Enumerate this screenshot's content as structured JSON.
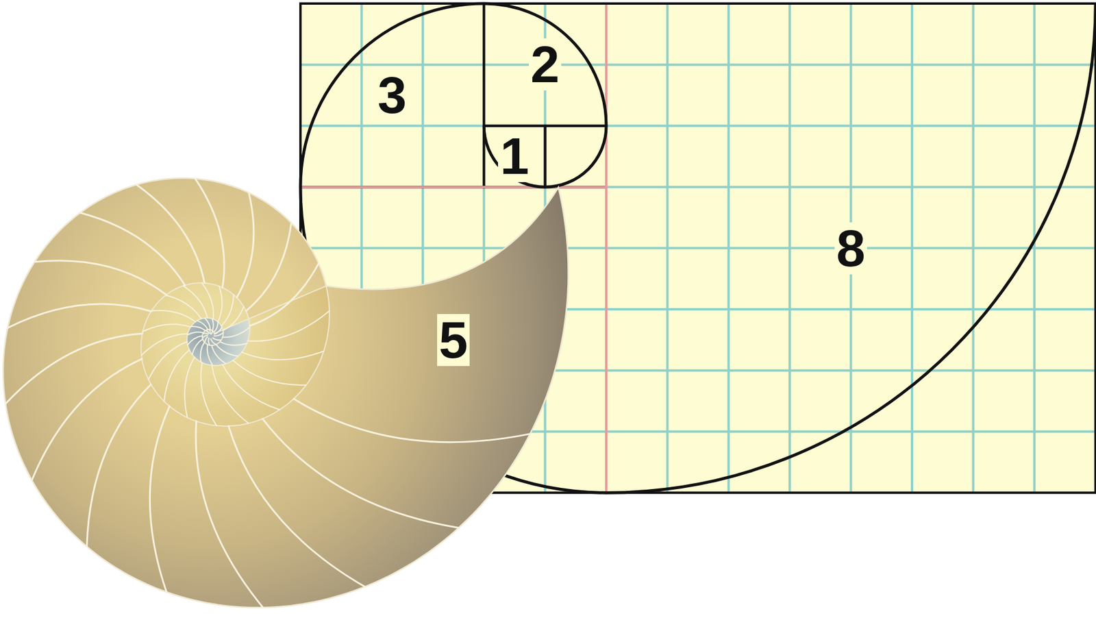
{
  "diagram": {
    "nodes": [
      {
        "text": [
          "3"
        ]
      },
      {
        "text": [
          "2"
        ]
      },
      {
        "text": [
          "1"
        ]
      },
      {
        "text": [
          "5"
        ]
      },
      {
        "text": [
          "8"
        ]
      }
    ]
  }
}
